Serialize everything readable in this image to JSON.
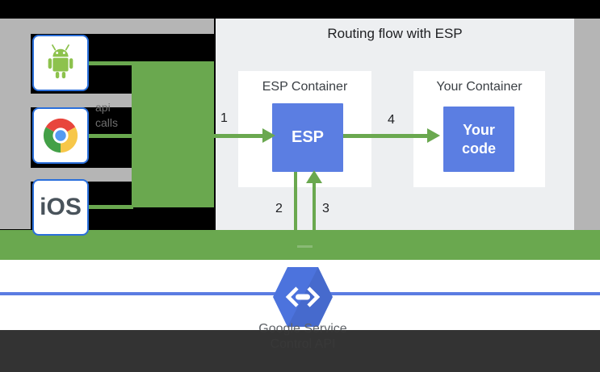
{
  "diagram": {
    "clients": {
      "android_icon": "android-robot-icon",
      "chrome_icon": "chrome-browser-icon",
      "ios_label": "iOS",
      "api_calls_lines": [
        "api",
        "calls"
      ]
    },
    "routing_panel": {
      "title": "Routing flow with ESP",
      "esp_container": {
        "title": "ESP Container",
        "box_label": "ESP"
      },
      "your_container": {
        "title": "Your Container",
        "box_lines": [
          "Your",
          "code"
        ]
      },
      "flow_step_numbers": [
        "1",
        "2",
        "3",
        "4"
      ]
    },
    "footer": {
      "endpoints_icon": "cloud-endpoints-hexagon-icon",
      "service_label_lines": [
        "Google Service",
        "Control API"
      ]
    },
    "colors": {
      "green": "#6aa84f",
      "client_box_border_blue": "#2a6fdb",
      "esp_box_blue": "#5b7ee2",
      "hexagon_blue": "#4c73dd",
      "service_line_blue": "#5b7ce2",
      "frame_gray": "#b5b5b5",
      "panel_gray": "#edeff1",
      "bottom_bar_dark": "#3a3a3a"
    }
  }
}
